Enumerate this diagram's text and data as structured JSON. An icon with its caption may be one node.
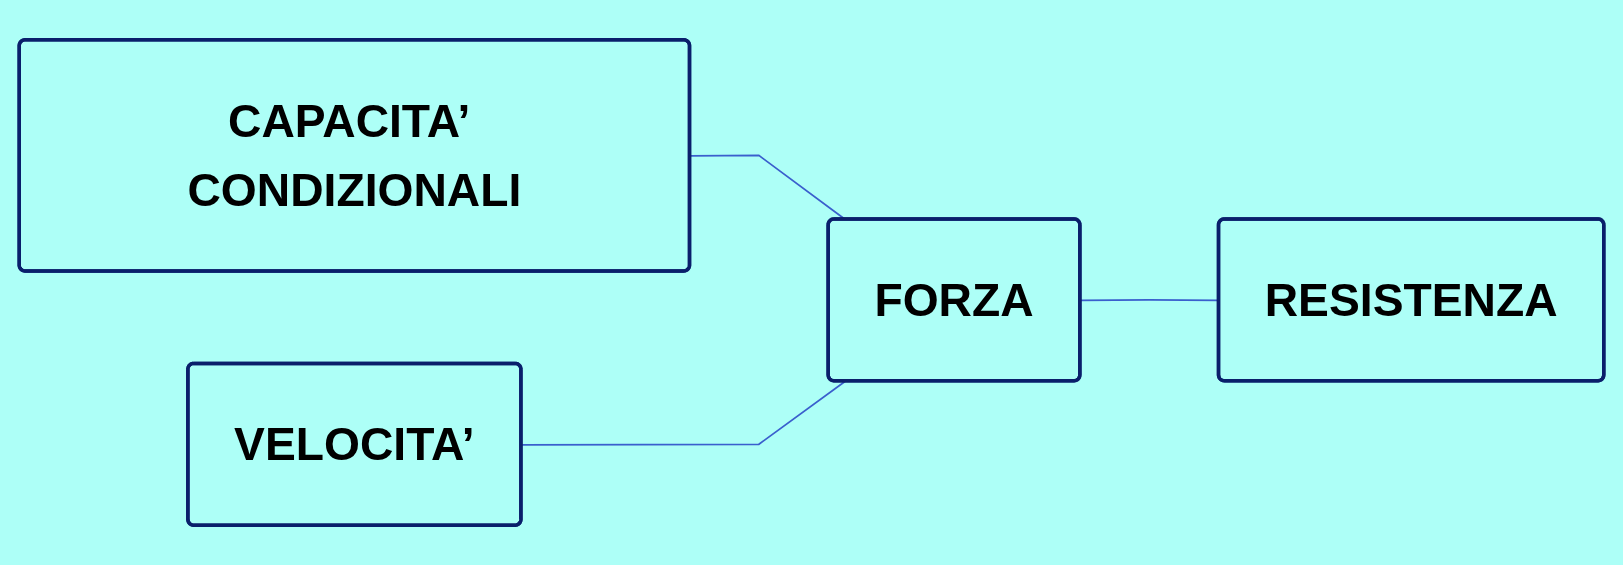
{
  "diagram": {
    "nodes": [
      {
        "text": [
          "CAPACITA’ CONDIZIONALI"
        ]
      },
      {
        "text": [
          "VELOCITA’"
        ]
      },
      {
        "text": [
          "FORZA"
        ]
      },
      {
        "text": [
          "RESISTENZA"
        ]
      }
    ],
    "edges": [
      {
        "from": 0,
        "to": 2,
        "arrow": "none"
      },
      {
        "from": 1,
        "to": 2,
        "arrow": "none"
      },
      {
        "from": 2,
        "to": 3,
        "arrow": "none"
      }
    ]
  }
}
